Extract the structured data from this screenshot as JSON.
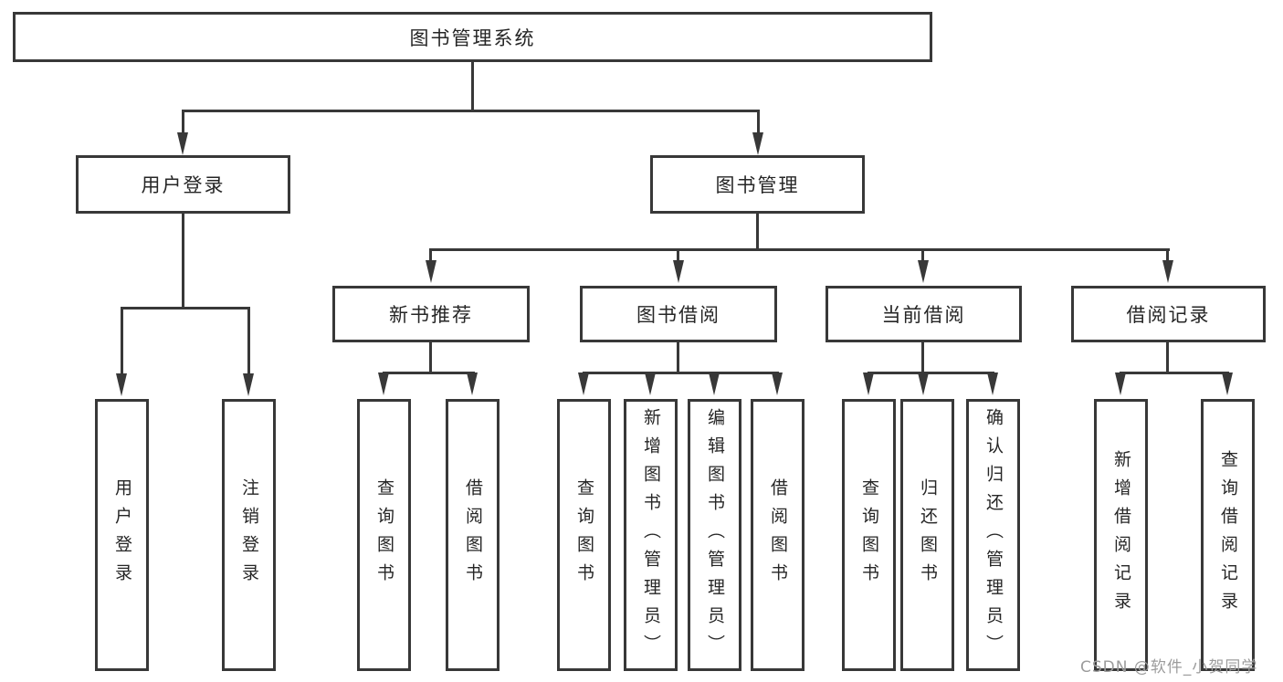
{
  "title": "图书管理系统",
  "level2": {
    "user_login": {
      "label": "用户登录",
      "children": [
        "用户登录",
        "注销登录"
      ]
    },
    "book_management": {
      "label": "图书管理"
    }
  },
  "level3": [
    {
      "label": "新书推荐",
      "children": [
        "查询图书",
        "借阅图书"
      ]
    },
    {
      "label": "图书借阅",
      "children": [
        "查询图书",
        "新增图书（管理员）",
        "编辑图书（管理员）",
        "借阅图书"
      ]
    },
    {
      "label": "当前借阅",
      "children": [
        "查询图书",
        "归还图书",
        "确认归还（管理员）"
      ]
    },
    {
      "label": "借阅记录",
      "children": [
        "新增借阅记录",
        "查询借阅记录"
      ]
    }
  ],
  "watermark": "CSDN @软件_小贺同学",
  "colors": {
    "line": "#383838",
    "text": "#262626",
    "watermark": "#9c9c9c",
    "background": "#ffffff"
  }
}
